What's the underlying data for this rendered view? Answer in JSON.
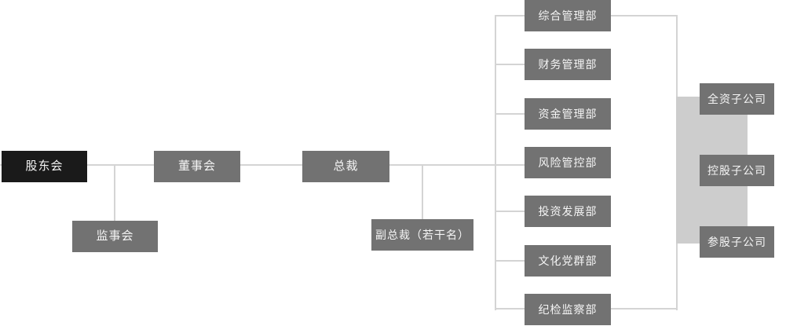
{
  "org_chart": {
    "nodes": {
      "shareholders": {
        "label": "股东会"
      },
      "board": {
        "label": "董事会"
      },
      "president": {
        "label": "总裁"
      },
      "supervisory": {
        "label": "监事会"
      },
      "vice_president": {
        "label": "副总裁（若干名）"
      },
      "dept_general_admin": {
        "label": "综合管理部"
      },
      "dept_financial": {
        "label": "财务管理部"
      },
      "dept_capital": {
        "label": "资金管理部"
      },
      "dept_risk": {
        "label": "风险管控部"
      },
      "dept_investment": {
        "label": "投资发展部"
      },
      "dept_culture_party": {
        "label": "文化党群部"
      },
      "dept_discipline": {
        "label": "纪检监察部"
      },
      "sub_wholly_owned": {
        "label": "全资子公司"
      },
      "sub_holding": {
        "label": "控股子公司"
      },
      "sub_equity": {
        "label": "参股子公司"
      }
    },
    "colors": {
      "node_fill": "#727272",
      "root_node_fill": "#1a1a1a",
      "node_text": "#f5f5f5",
      "connector": "#d4d4d4",
      "subsidiary_band": "#cdcdcd"
    }
  }
}
